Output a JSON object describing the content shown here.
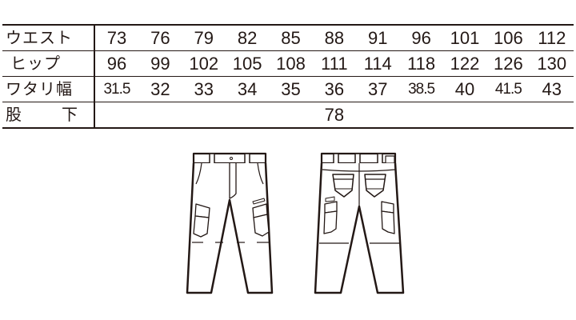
{
  "size_table": {
    "rows": [
      {
        "label": "ウエスト",
        "values": [
          "73",
          "76",
          "79",
          "82",
          "85",
          "88",
          "91",
          "96",
          "101",
          "106",
          "112"
        ]
      },
      {
        "label": "ヒップ",
        "values": [
          "96",
          "99",
          "102",
          "105",
          "108",
          "111",
          "114",
          "118",
          "122",
          "126",
          "130"
        ]
      },
      {
        "label": "ワタリ幅",
        "values": [
          "31.5",
          "32",
          "33",
          "34",
          "35",
          "36",
          "37",
          "38.5",
          "40",
          "41.5",
          "43"
        ]
      },
      {
        "label_parts": [
          "股",
          "下"
        ],
        "value": "78"
      }
    ]
  },
  "illustrations": {
    "front": "pants-front-view",
    "back": "pants-back-view"
  },
  "colors": {
    "line": "#231815",
    "background": "#ffffff"
  }
}
